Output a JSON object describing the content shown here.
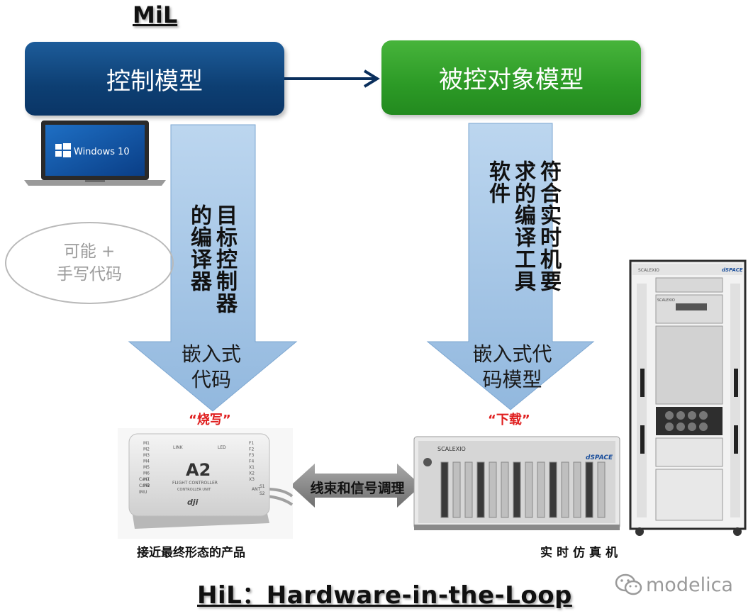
{
  "mil_title": "MiL",
  "hil_title": "HiL：Hardware-in-the-Loop",
  "control_model": "控制模型",
  "plant_model": "被控对象模型",
  "laptop_os": "Windows 10",
  "ellipse_text": [
    "可能 +",
    "手写代码"
  ],
  "arrow1": {
    "vertical_text": "目标控制器的编译器",
    "bottom_label": [
      "嵌入式",
      "代码"
    ]
  },
  "arrow2": {
    "vertical_text": "符合实时机要求的编译工具软件",
    "bottom_label": [
      "嵌入式代",
      "码模型"
    ]
  },
  "burn_label": "“烧写”",
  "download_label": "“下载”",
  "harness_label": "线束和信号调理",
  "caption_product": "接近最终形态的产品",
  "caption_simulator": "实时仿真机",
  "controller_device": {
    "model": "A2",
    "subtitle": "FLIGHT CONTROLLER",
    "unit": "CONTROLLER UNIT",
    "brand": "dji",
    "link_label": "LINK",
    "led_label": "LED",
    "left_ports": [
      "M1",
      "M2",
      "M3",
      "M4",
      "M5",
      "M6",
      "M7",
      "M8"
    ],
    "right_ports": [
      "F1",
      "F2",
      "F3",
      "F4",
      "X1",
      "X2",
      "X3"
    ],
    "bottom_right_ports": [
      "S1",
      "S2"
    ],
    "ant_label": "ANT",
    "side_labels": [
      "Can1",
      "Can2",
      "IMU"
    ]
  },
  "simulator_device": {
    "chassis_label": "SCALEXIO",
    "brand": "dSPACE"
  },
  "rack_device": {
    "top_label": "SCALEXIO",
    "brand": "dSPACE",
    "inner_label": "SCALEXIO"
  },
  "watermark": "modelica",
  "colors": {
    "control_box": "#0d3f73",
    "plant_box": "#2c9a26",
    "big_arrow": "#a9c8e6",
    "connector_arrow": "#0a2f5c",
    "quote_red": "#e02020",
    "gray_arrow": "#8a8a8a"
  }
}
